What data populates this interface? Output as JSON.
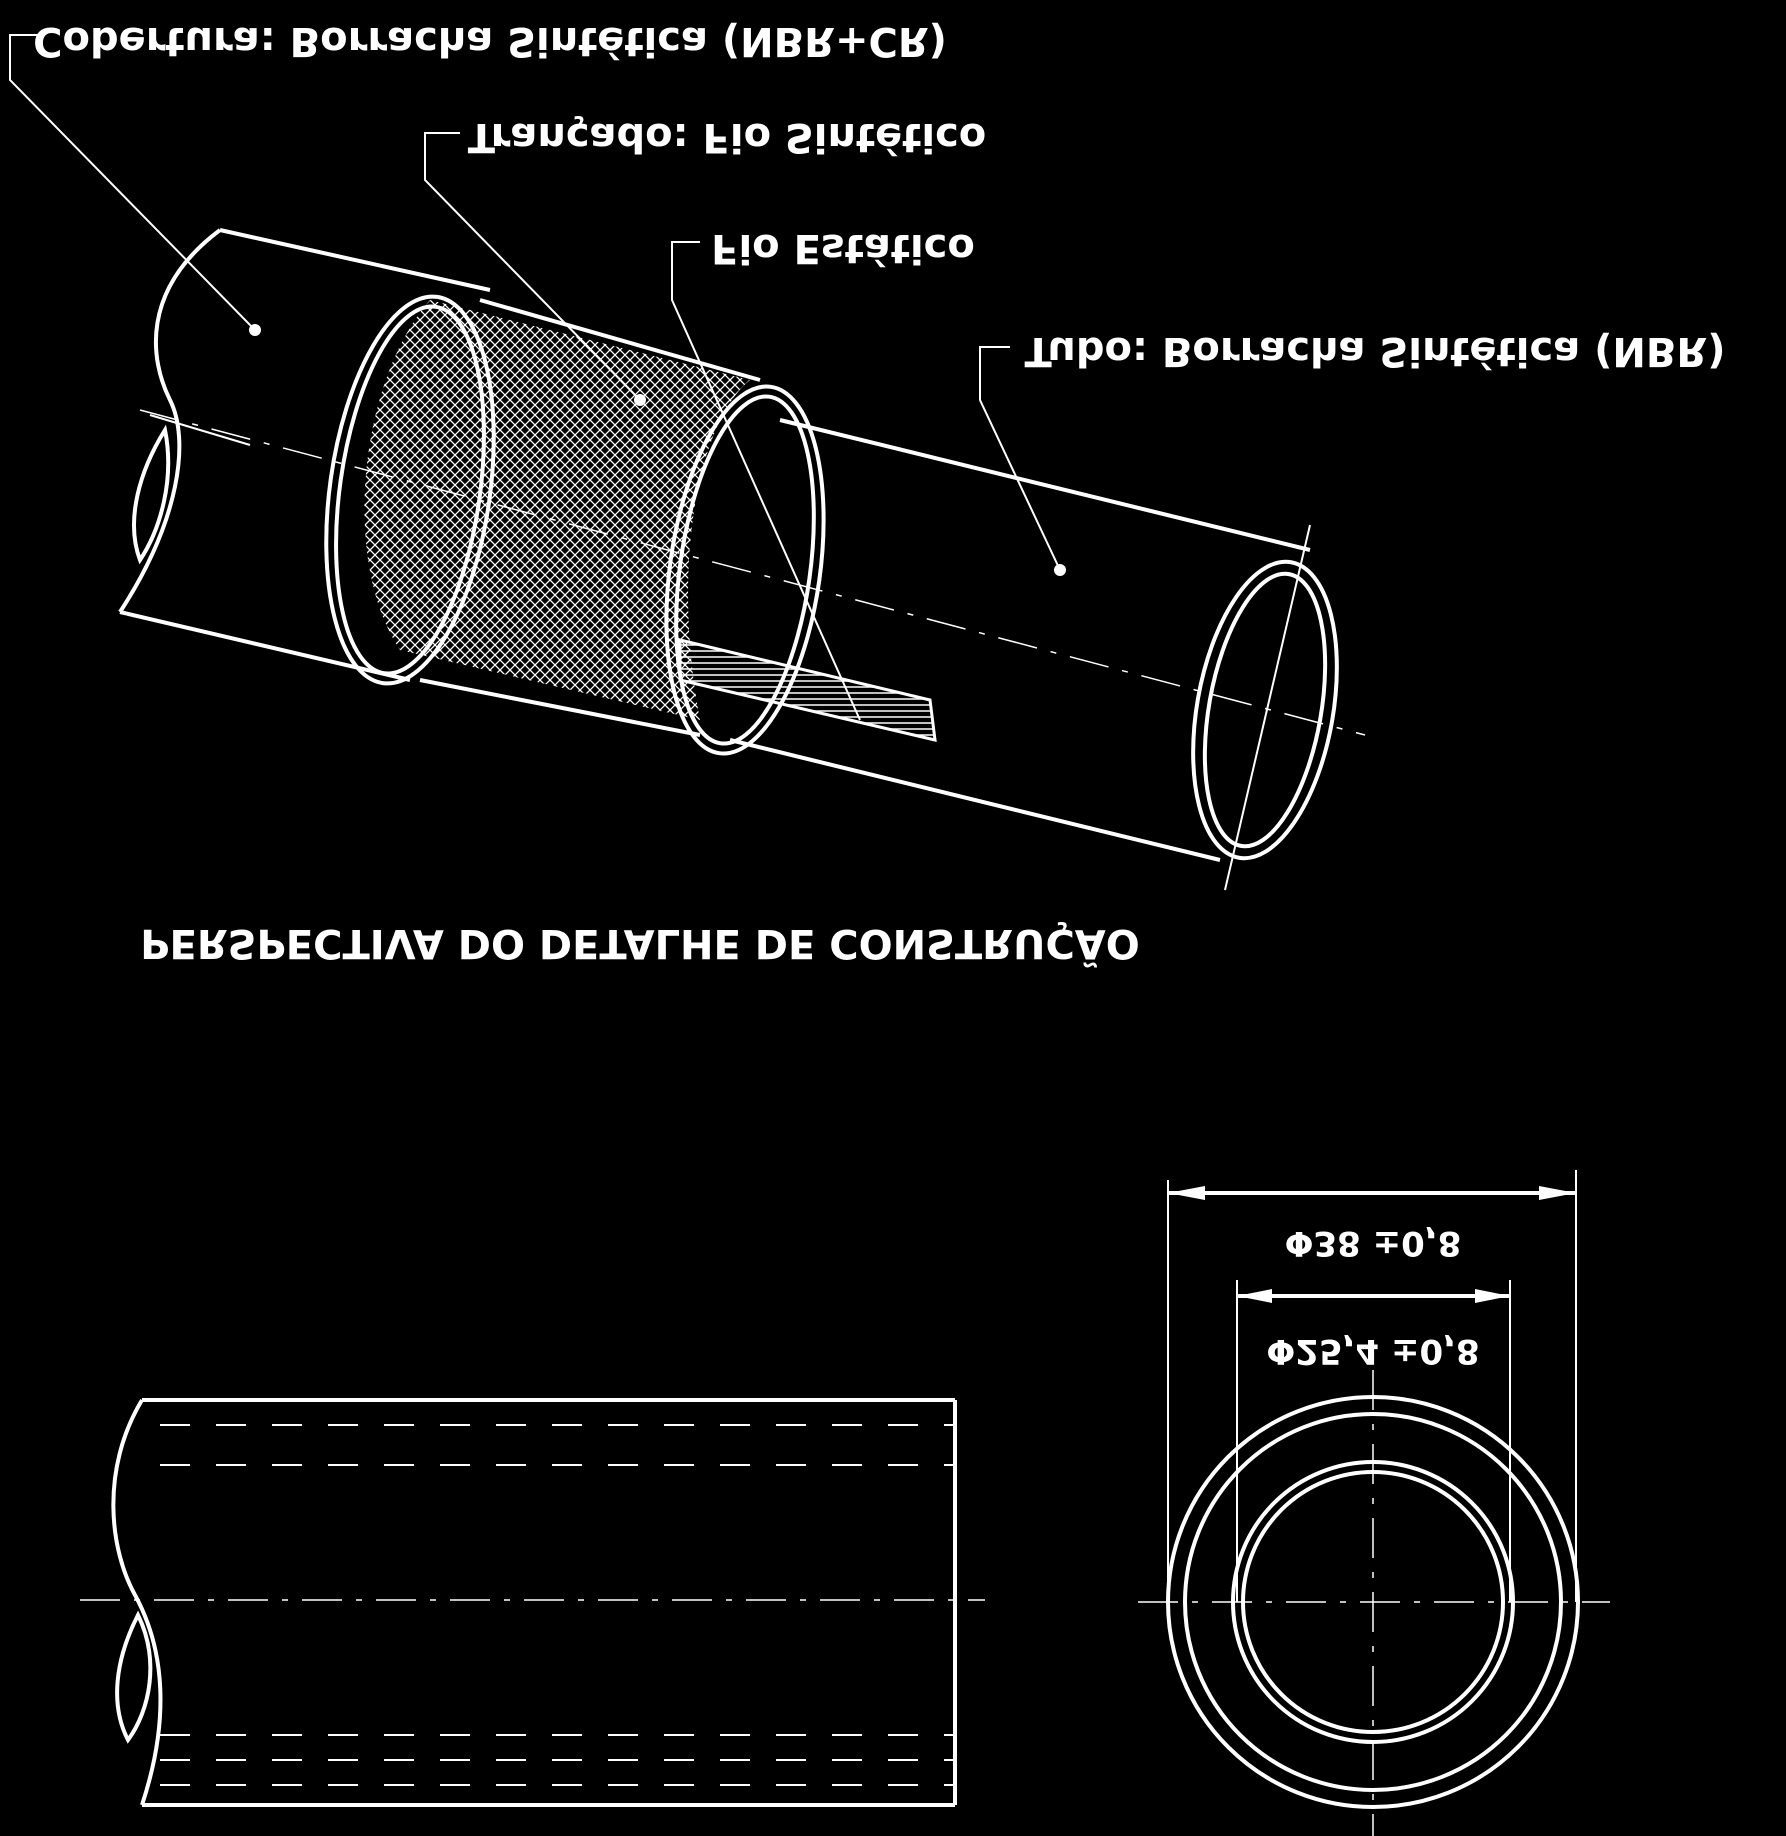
{
  "labels": {
    "cobertura": "Cobertura: Borracha Sintética (NBR+CR)",
    "trancado": "Trançado: Fio Sintético",
    "fio_estatico": "Fio Estático",
    "tubo": "Tubo: Borracha Sintética (NBR)",
    "perspectiva": "PERSPECTIVA DO DETALHE DE CONSTRUÇÃO"
  },
  "dimensions": {
    "outer_diameter": "Φ38 ±0,8",
    "inner_diameter": "Φ25,4 ±0,8"
  },
  "colors": {
    "background": "#000000",
    "lines": "#ffffff"
  }
}
